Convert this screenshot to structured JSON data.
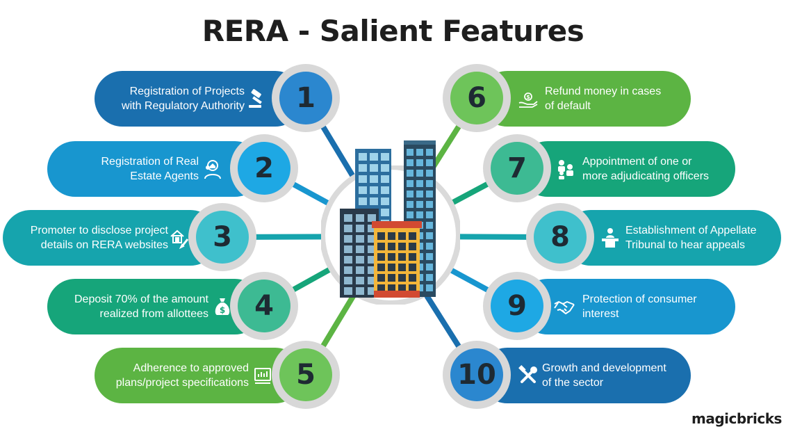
{
  "title": "RERA - Salient Features",
  "logo": "magicbricks",
  "features": [
    {
      "num": "1",
      "text": "Registration of Projects\nwith Regulatory Authority",
      "icon": "gavel-icon",
      "pill": "#1a6fae",
      "disc": "#2b87cf"
    },
    {
      "num": "2",
      "text": "Registration of Real\nEstate Agents",
      "icon": "agent-icon",
      "pill": "#1896cf",
      "disc": "#1ea8e4"
    },
    {
      "num": "3",
      "text": "Promoter to disclose project\ndetails on RERA websites",
      "icon": "house-edit-icon",
      "pill": "#16a4ad",
      "disc": "#3fc0cc"
    },
    {
      "num": "4",
      "text": "Deposit 70% of the amount\nrealized from allottees",
      "icon": "money-bag-icon",
      "pill": "#16a57a",
      "disc": "#3dba93"
    },
    {
      "num": "5",
      "text": "Adherence to approved\nplans/project specifications",
      "icon": "blueprint-icon",
      "pill": "#5cb443",
      "disc": "#6ec45a"
    },
    {
      "num": "6",
      "text": "Refund money in cases\nof default",
      "icon": "refund-icon",
      "pill": "#5cb443",
      "disc": "#6ec45a"
    },
    {
      "num": "7",
      "text": "Appointment of one or\nmore adjudicating officers",
      "icon": "officers-icon",
      "pill": "#16a57a",
      "disc": "#3dba93"
    },
    {
      "num": "8",
      "text": "Establishment of Appellate\nTribunal to hear appeals",
      "icon": "podium-icon",
      "pill": "#16a4ad",
      "disc": "#3fc0cc"
    },
    {
      "num": "9",
      "text": "Protection of consumer\ninterest",
      "icon": "handshake-icon",
      "pill": "#1896cf",
      "disc": "#1ea8e4"
    },
    {
      "num": "10",
      "text": "Growth and development\nof the sector",
      "icon": "tools-icon",
      "pill": "#1a6fae",
      "disc": "#2b87cf"
    }
  ]
}
